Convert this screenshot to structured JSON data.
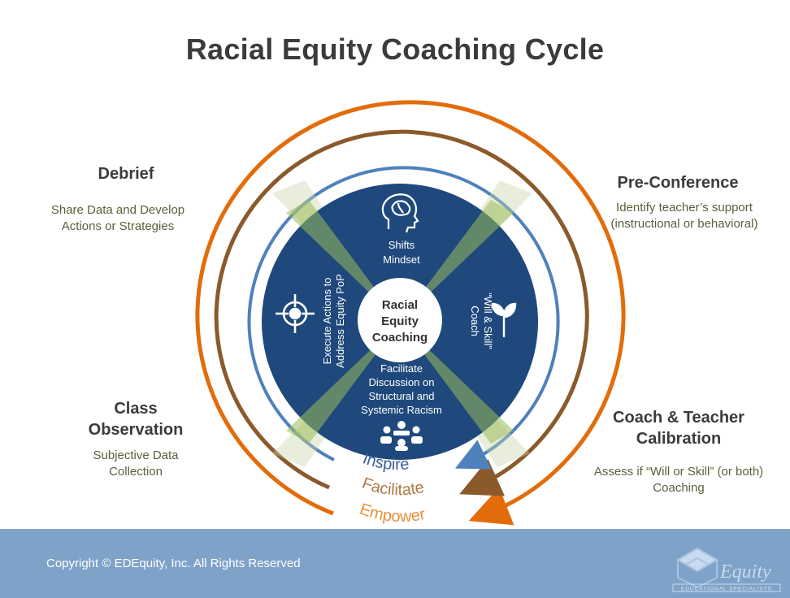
{
  "title": "Racial Equity Coaching Cycle",
  "stages": {
    "debrief": {
      "label": "Debrief",
      "desc_line1": "Share Data and Develop",
      "desc_line2": "Actions or Strategies"
    },
    "preconference": {
      "label": "Pre-Conference",
      "desc_line1": "Identify teacher’s support",
      "desc_line2": "(instructional or behavioral)"
    },
    "observation": {
      "label_line1": "Class",
      "label_line2": "Observation",
      "desc_line1": "Subjective Data",
      "desc_line2": "Collection"
    },
    "calibration": {
      "label_line1": "Coach & Teacher",
      "label_line2": "Calibration",
      "desc_line1": "Assess if “Will or Skill” (or both)",
      "desc_line2": "Coaching"
    }
  },
  "center": {
    "line1": "Racial",
    "line2": "Equity",
    "line3": "Coaching"
  },
  "segments": {
    "top": {
      "line1": "Shifts",
      "line2": "Mindset",
      "icon": "head-brain-icon"
    },
    "right": {
      "line1": "Coach",
      "line2": "“Will & Skill”",
      "icon": "sprout-icon"
    },
    "bottom": {
      "line1": "Facilitate",
      "line2": "Discussion on",
      "line3": "Structural and",
      "line4": "Systemic Racism",
      "icon": "meeting-icon"
    },
    "left": {
      "line1": "Execute Actions to",
      "line2": "Address Equity PoP",
      "icon": "target-icon"
    }
  },
  "arcs": {
    "inspire": "Inspire",
    "facilitate": "Facilitate",
    "empower": "Empower"
  },
  "colors": {
    "inspire": "#4f81bd",
    "facilitate": "#8b5a2b",
    "empower": "#e36c0a",
    "circle": "#1f497d",
    "footer": "#7fa2c9"
  },
  "footer": {
    "copyright_symbol": "©",
    "copyright": "Copyright © EDEquity, Inc. All Rights Reserved",
    "logo_text": "Equity",
    "logo_sub": "EDUCATIONAL SPECIALISTS"
  }
}
